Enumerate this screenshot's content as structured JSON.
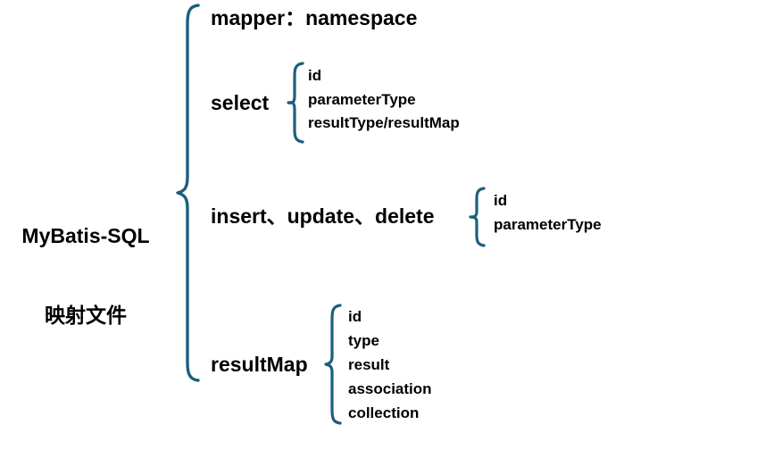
{
  "diagram": {
    "type": "bracket-mindmap",
    "title": "MyBatis-SQL 映射文件",
    "accent_color": "#1b5e7e",
    "text_color": "#000000",
    "background_color": "#ffffff"
  },
  "root": {
    "line1": "MyBatis-SQL",
    "line2": "映射文件"
  },
  "branches": [
    {
      "label": "mapper：namespace",
      "children": []
    },
    {
      "label": "select",
      "children": [
        "id",
        "parameterType",
        "resultType/resultMap"
      ]
    },
    {
      "label": "insert、update、delete",
      "children": [
        "id",
        "parameterType"
      ]
    },
    {
      "label": "resultMap",
      "children": [
        "id",
        "type",
        "result",
        "association",
        "collection"
      ]
    }
  ],
  "leaves": {
    "select": {
      "item0": "id",
      "item1": "parameterType",
      "item2": "resultType/resultMap"
    },
    "iud": {
      "item0": "id",
      "item1": "parameterType"
    },
    "resultmap": {
      "item0": "id",
      "item1": "type",
      "item2": "result",
      "item3": "association",
      "item4": "collection"
    }
  },
  "icons": {
    "root_brace": "curly-brace-icon",
    "select_brace": "curly-brace-icon",
    "iud_brace": "curly-brace-icon",
    "resultmap_brace": "curly-brace-icon"
  }
}
